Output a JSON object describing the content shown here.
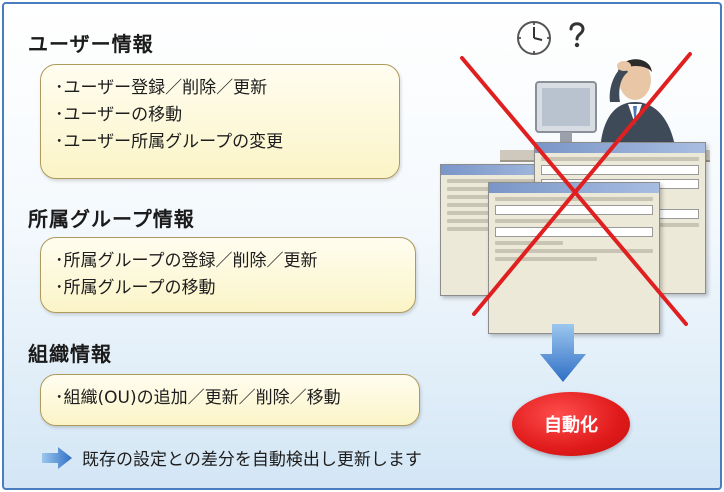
{
  "sections": {
    "user": {
      "title": "ユーザー情報",
      "items": [
        "･ユーザー登録／削除／更新",
        "･ユーザーの移動",
        "･ユーザー所属グループの変更"
      ]
    },
    "group": {
      "title": "所属グループ情報",
      "items": [
        "･所属グループの登録／削除／更新",
        "･所属グループの移動"
      ]
    },
    "org": {
      "title": "組織情報",
      "items": [
        "･組織(OU)の追加／更新／削除／移動"
      ]
    }
  },
  "footer_note": "既存の設定との差分を自動検出し更新します",
  "auto_badge": "自動化",
  "colors": {
    "frame_border": "#4a7cc0",
    "box_fill": "#fbf4c7",
    "box_border": "#ad9a5c",
    "badge_red": "#e01a1a",
    "arrow_blue": "#3a7fd0",
    "cross_red": "#e02020"
  },
  "icons": [
    "clock-icon",
    "worried-person-icon",
    "computer-monitor-icon",
    "down-arrow-icon",
    "right-arrow-icon",
    "red-cross-icon"
  ]
}
